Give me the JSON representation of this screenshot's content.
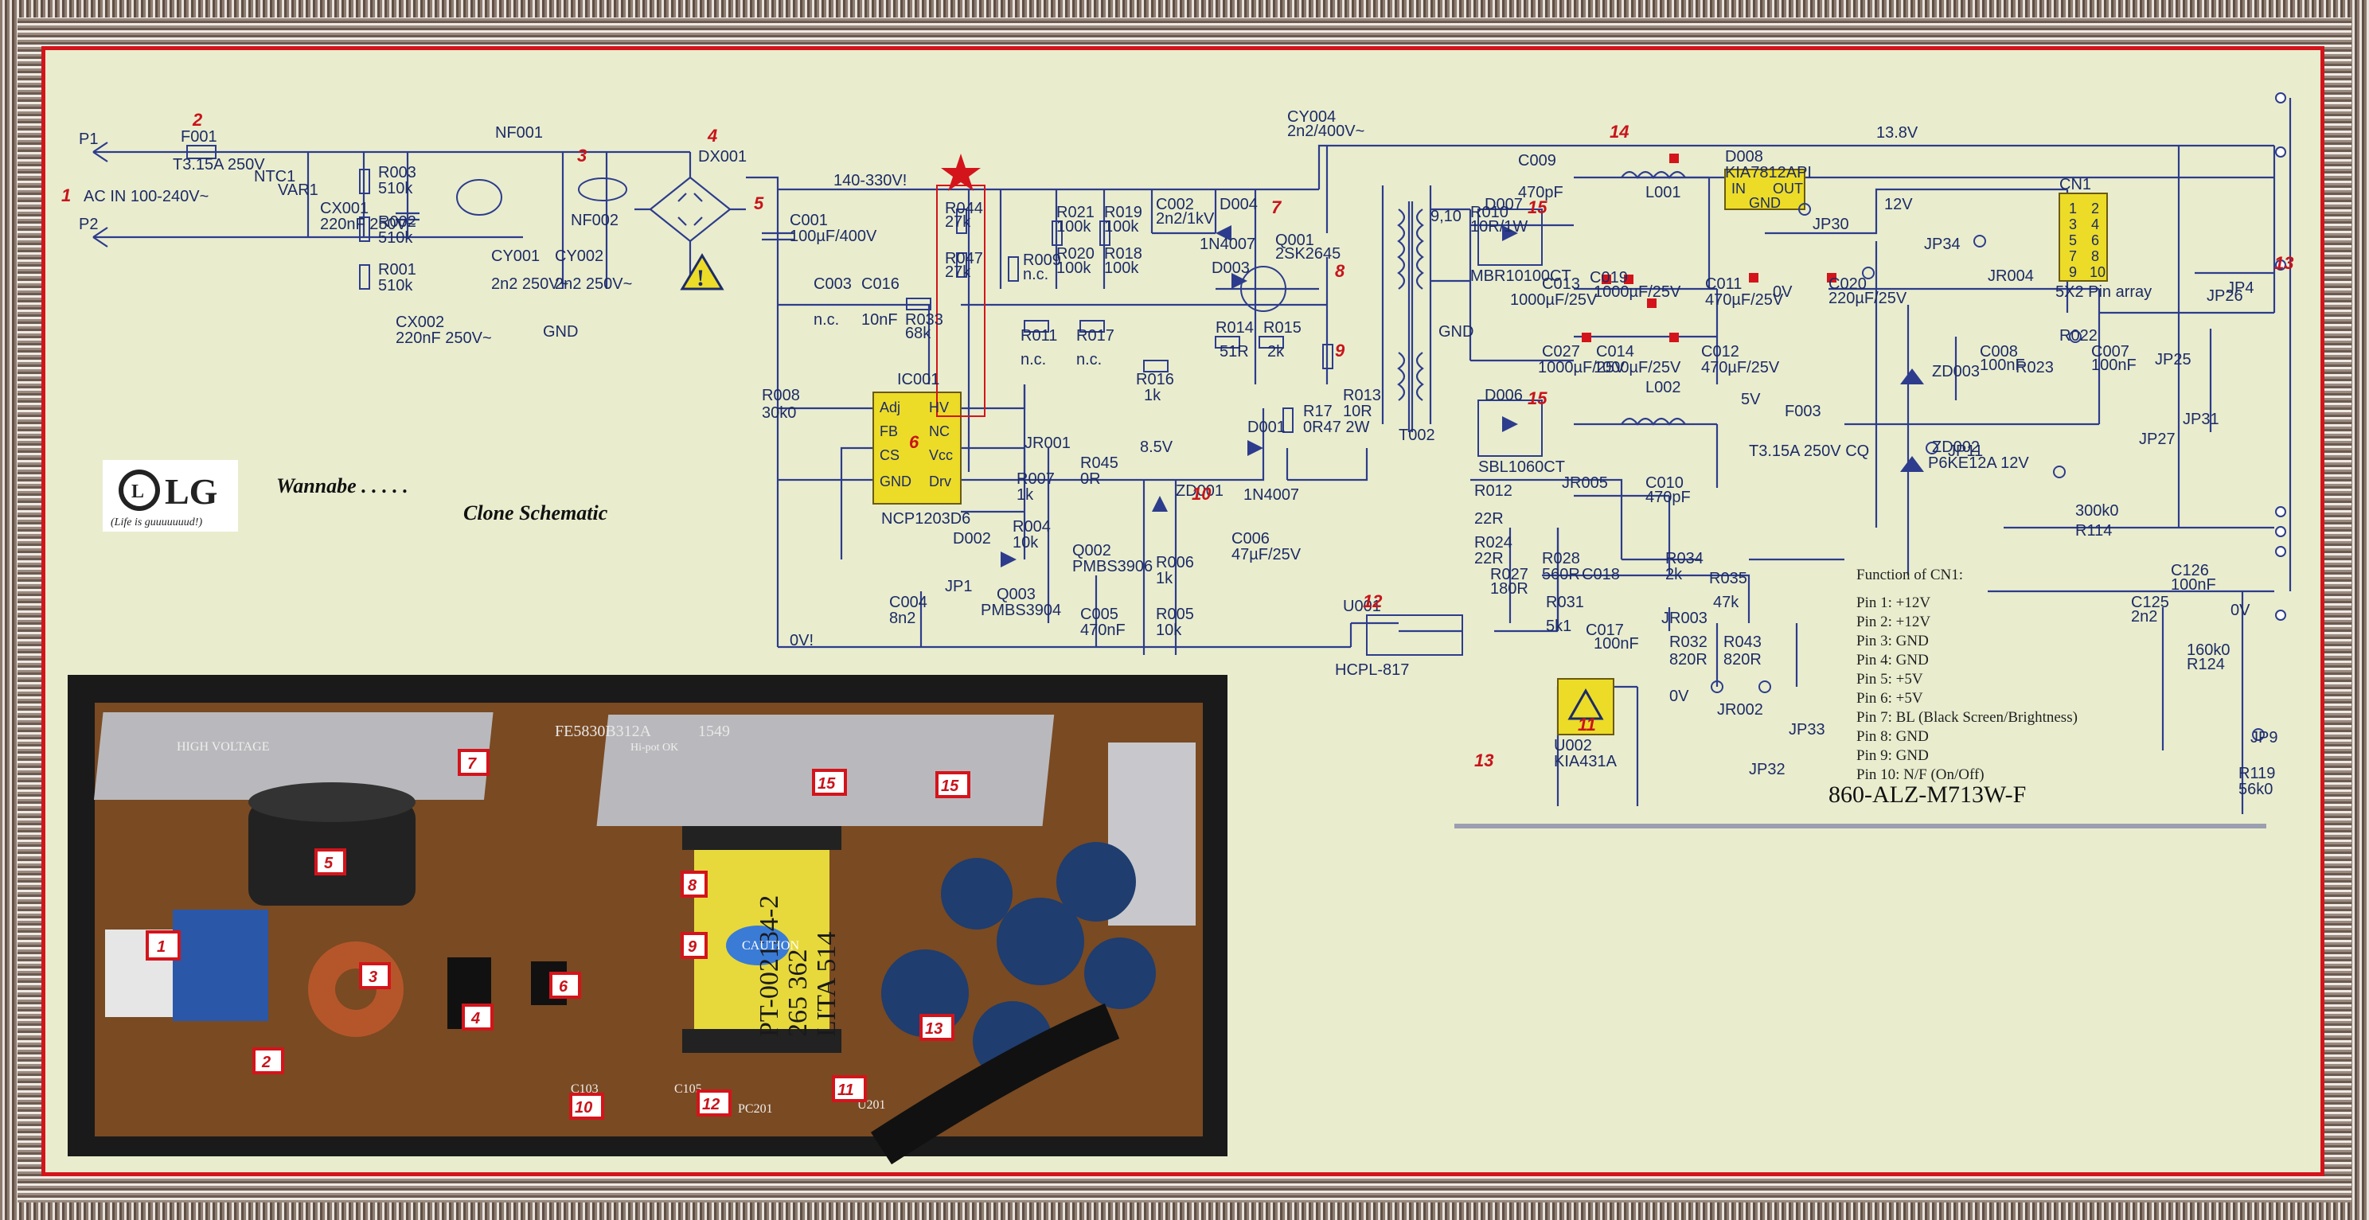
{
  "model_text": "860-ALZ-M713W-F",
  "logo": {
    "brand": "LG",
    "tagline": "(Life is guuuuuuud!)"
  },
  "captions": {
    "wannabe": "Wannabe . . . . .",
    "clone": "Clone Schematic"
  },
  "input": {
    "p1": "P1",
    "p2": "P2",
    "ac": "AC IN 100-240V~"
  },
  "rails": {
    "v138": "13.8V",
    "v12": "12V",
    "v5": "5V",
    "v0": "0V",
    "v140": "140-330V!",
    "v0b": "0V!",
    "v85": "8.5V"
  },
  "components": [
    {
      "id": "F001",
      "val": "T3.15A 250V"
    },
    {
      "id": "NTC1",
      "val": ""
    },
    {
      "id": "VAR1",
      "val": ""
    },
    {
      "id": "CX001",
      "val": "220nF 250V~"
    },
    {
      "id": "R003",
      "val": "510k"
    },
    {
      "id": "R002",
      "val": "510k"
    },
    {
      "id": "R001",
      "val": "510k"
    },
    {
      "id": "CX002",
      "val": "220nF 250V~"
    },
    {
      "id": "NF001",
      "val": ""
    },
    {
      "id": "NF002",
      "val": ""
    },
    {
      "id": "CY001",
      "val": "2n2 250V~"
    },
    {
      "id": "CY002",
      "val": "2n2 250V~"
    },
    {
      "id": "DX001",
      "val": ""
    },
    {
      "id": "C001",
      "val": "100µF/400V"
    },
    {
      "id": "C003",
      "val": "n.c."
    },
    {
      "id": "C016",
      "val": "10nF"
    },
    {
      "id": "R033",
      "val": "68k"
    },
    {
      "id": "R044",
      "val": "27k"
    },
    {
      "id": "R047",
      "val": "27k"
    },
    {
      "id": "R009",
      "val": "n.c."
    },
    {
      "id": "R021",
      "val": "100k"
    },
    {
      "id": "R020",
      "val": "100k"
    },
    {
      "id": "R019",
      "val": "100k"
    },
    {
      "id": "R018",
      "val": "100k"
    },
    {
      "id": "C002",
      "val": "2n2/1kV"
    },
    {
      "id": "D004",
      "val": "1N4007"
    },
    {
      "id": "Q001",
      "val": "2SK2645"
    },
    {
      "id": "D003",
      "val": ""
    },
    {
      "id": "R014",
      "val": "51R"
    },
    {
      "id": "R015",
      "val": "2k"
    },
    {
      "id": "R011",
      "val": "n.c."
    },
    {
      "id": "R017",
      "val": "n.c."
    },
    {
      "id": "R016",
      "val": "1k"
    },
    {
      "id": "R008",
      "val": "30k0"
    },
    {
      "id": "IC001",
      "val": "NCP1203D6"
    },
    {
      "id": "JR001",
      "val": ""
    },
    {
      "id": "R045",
      "val": "0R"
    },
    {
      "id": "R007",
      "val": "1k"
    },
    {
      "id": "ZD001",
      "val": ""
    },
    {
      "id": "D001",
      "val": "1N4007"
    },
    {
      "id": "R17",
      "val": "0R47 2W"
    },
    {
      "id": "R013",
      "val": "10R"
    },
    {
      "id": "C006",
      "val": "47µF/25V"
    },
    {
      "id": "R004",
      "val": "10k"
    },
    {
      "id": "Q002",
      "val": "PMBS3906"
    },
    {
      "id": "Q003",
      "val": "PMBS3904"
    },
    {
      "id": "D002",
      "val": ""
    },
    {
      "id": "JP1",
      "val": ""
    },
    {
      "id": "R006",
      "val": "1k"
    },
    {
      "id": "R005",
      "val": "10k"
    },
    {
      "id": "C004",
      "val": "8n2"
    },
    {
      "id": "C005",
      "val": "470nF"
    },
    {
      "id": "CY004",
      "val": "2n2/400V~"
    },
    {
      "id": "T002",
      "val": ""
    },
    {
      "id": "R010",
      "val": "10R/1W"
    },
    {
      "id": "C009",
      "val": "470pF"
    },
    {
      "id": "D007",
      "val": "MBR10100CT"
    },
    {
      "id": "C013",
      "val": "1000µF/25V"
    },
    {
      "id": "C019",
      "val": "1000µF/25V"
    },
    {
      "id": "L001",
      "val": ""
    },
    {
      "id": "D008",
      "val": "KIA7812API"
    },
    {
      "id": "C011",
      "val": "470µF/25V"
    },
    {
      "id": "C020",
      "val": "220µF/25V"
    },
    {
      "id": "JP30",
      "val": ""
    },
    {
      "id": "C027",
      "val": "1000µF/25V"
    },
    {
      "id": "C014",
      "val": "1000µF/25V"
    },
    {
      "id": "C012",
      "val": "470µF/25V"
    },
    {
      "id": "D006",
      "val": "SBL1060CT"
    },
    {
      "id": "L002",
      "val": ""
    },
    {
      "id": "F003",
      "val": "T3.15A 250V CQ"
    },
    {
      "id": "R012",
      "val": "22R"
    },
    {
      "id": "R024",
      "val": "22R"
    },
    {
      "id": "JR005",
      "val": ""
    },
    {
      "id": "C010",
      "val": "470pF"
    },
    {
      "id": "R028",
      "val": "560R"
    },
    {
      "id": "R027",
      "val": "180R"
    },
    {
      "id": "C018",
      "val": ""
    },
    {
      "id": "R034",
      "val": "2k"
    },
    {
      "id": "R035",
      "val": "47k"
    },
    {
      "id": "R031",
      "val": "5k1"
    },
    {
      "id": "C017",
      "val": "100nF"
    },
    {
      "id": "JR003",
      "val": ""
    },
    {
      "id": "R032",
      "val": "820R"
    },
    {
      "id": "R043",
      "val": "820R"
    },
    {
      "id": "U001",
      "val": "HCPL-817"
    },
    {
      "id": "U002",
      "val": "KIA431A"
    },
    {
      "id": "JR002",
      "val": ""
    },
    {
      "id": "JP33",
      "val": ""
    },
    {
      "id": "JP32",
      "val": ""
    },
    {
      "id": "JP34",
      "val": ""
    },
    {
      "id": "JR004",
      "val": ""
    },
    {
      "id": "ZD003",
      "val": ""
    },
    {
      "id": "ZD002",
      "val": "P6KE12A 12V"
    },
    {
      "id": "JP11",
      "val": ""
    },
    {
      "id": "C008",
      "val": "100nF"
    },
    {
      "id": "R022",
      "val": ""
    },
    {
      "id": "R023",
      "val": ""
    },
    {
      "id": "C007",
      "val": "100nF"
    },
    {
      "id": "CN1",
      "val": "5X2 Pin array"
    },
    {
      "id": "JP4",
      "val": ""
    },
    {
      "id": "JP26",
      "val": ""
    },
    {
      "id": "JP25",
      "val": ""
    },
    {
      "id": "JP31",
      "val": ""
    },
    {
      "id": "JP27",
      "val": ""
    },
    {
      "id": "R114",
      "val": "300k0"
    },
    {
      "id": "C125",
      "val": "2n2"
    },
    {
      "id": "C126",
      "val": "100nF"
    },
    {
      "id": "R124",
      "val": "160k0"
    },
    {
      "id": "JP9",
      "val": ""
    },
    {
      "id": "R119",
      "val": "56k0"
    }
  ],
  "cn1_pins": [
    "1",
    "2",
    "3",
    "4",
    "5",
    "6",
    "7",
    "8",
    "9",
    "10"
  ],
  "cn1_function": {
    "title": "Function of CN1:",
    "lines": [
      "Pin 1: +12V",
      "Pin 2: +12V",
      "Pin 3: GND",
      "Pin 4: GND",
      "Pin 5: +5V",
      "Pin 6: +5V",
      "Pin 7: BL (Black Screen/Brightness)",
      "Pin 8: GND",
      "Pin 9: GND",
      "Pin 10: N/F (On/Off)"
    ]
  },
  "ic001_pins": {
    "p1": "Adj",
    "p2": "FB",
    "p3": "CS",
    "p4": "GND",
    "p8": "HV",
    "p7": "NC",
    "p6": "Vcc",
    "p5": "Drv"
  },
  "d008_pins": {
    "in": "IN",
    "out": "OUT",
    "gnd": "GND"
  },
  "gnd_label": "GND",
  "marker_numbers": [
    "1",
    "2",
    "3",
    "4",
    "5",
    "6",
    "7",
    "8",
    "9",
    "10",
    "11",
    "12",
    "13",
    "14",
    "15"
  ],
  "photo": {
    "pcb_text": [
      "FE5830B312A",
      "1549",
      "HIGH VOLTAGE",
      "PT-002134-2",
      "265 362",
      "LITA 514",
      "Hi-pot OK",
      "CAUTION",
      "U201",
      "PC201",
      "C105",
      "C103"
    ],
    "tags": [
      "1",
      "2",
      "3",
      "4",
      "5",
      "6",
      "7",
      "8",
      "9",
      "10",
      "11",
      "12",
      "13",
      "15",
      "15"
    ]
  },
  "colors": {
    "board": "#e9edce",
    "border": "#d4141b",
    "wire": "#2d3c8c",
    "chip": "#ecdc28",
    "marker": "#c8141b",
    "pcb": "#7a4a22"
  }
}
